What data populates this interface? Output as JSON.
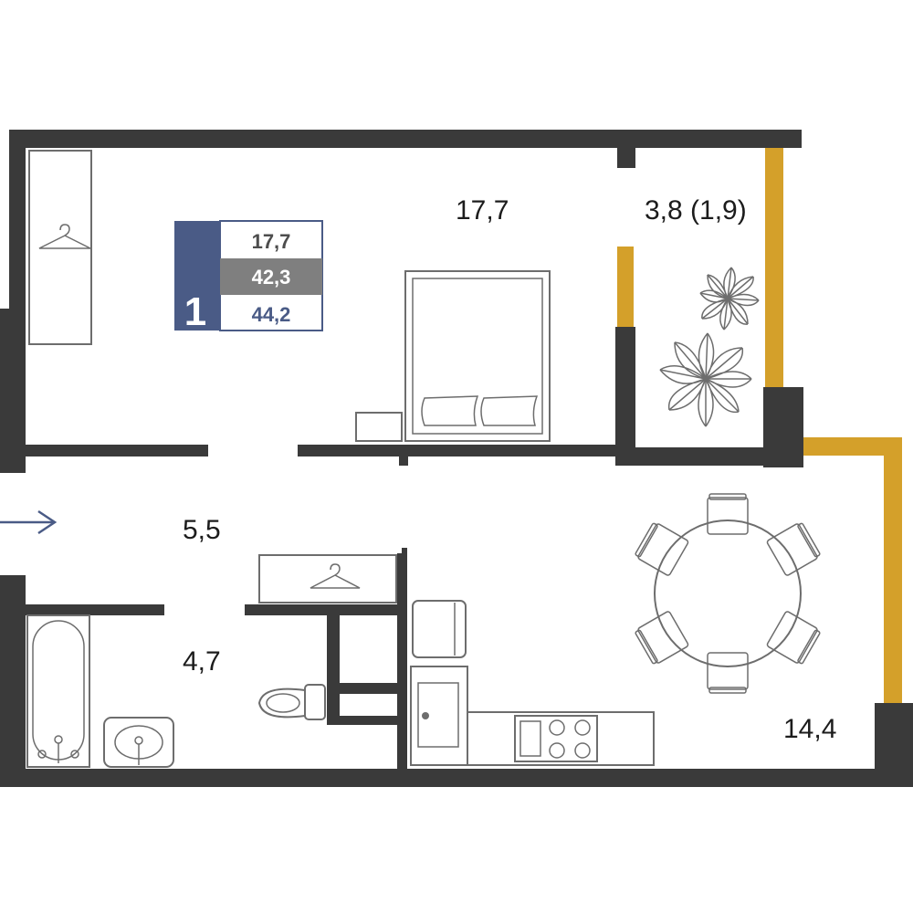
{
  "badge": {
    "rooms": "1",
    "living_area": "17,7",
    "total_area": "42,3",
    "total_area_with_balcony": "44,2"
  },
  "rooms": {
    "bedroom": "17,7",
    "balcony": "3,8 (1,9)",
    "hallway": "5,5",
    "bathroom": "4,7",
    "kitchen": "14,4"
  },
  "colors": {
    "wall": "#3a3a3a",
    "balcony_wall": "#d4a02a",
    "badge_accent": "#4a5b86",
    "badge_grey": "#7f7f7f",
    "entrance_arrow": "#4a5b86"
  },
  "icons": [
    "hanger-icon",
    "bed-icon",
    "plant-icon",
    "dining-table-icon",
    "bathtub-icon",
    "sink-icon",
    "toilet-icon",
    "stove-icon",
    "fridge-icon",
    "entrance-arrow-icon"
  ]
}
